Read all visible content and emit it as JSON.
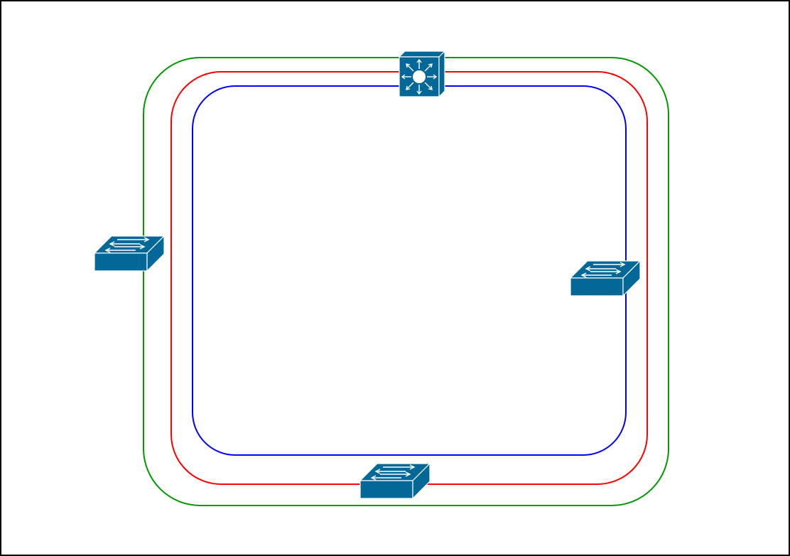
{
  "diagram": {
    "background": "#ffffff",
    "frame_color": "#000000",
    "device_color": "#036897",
    "device_glyph_color": "#ffffff",
    "rings": [
      {
        "name": "outer-ring",
        "color": "#009900"
      },
      {
        "name": "middle-ring",
        "color": "#ff0000"
      },
      {
        "name": "inner-ring",
        "color": "#0000ff"
      }
    ],
    "devices": [
      {
        "name": "layer3-switch-top",
        "icon": "layer3-switch-icon"
      },
      {
        "name": "switch-left",
        "icon": "switch-icon"
      },
      {
        "name": "switch-right",
        "icon": "switch-icon"
      },
      {
        "name": "switch-bottom",
        "icon": "switch-icon"
      }
    ]
  }
}
